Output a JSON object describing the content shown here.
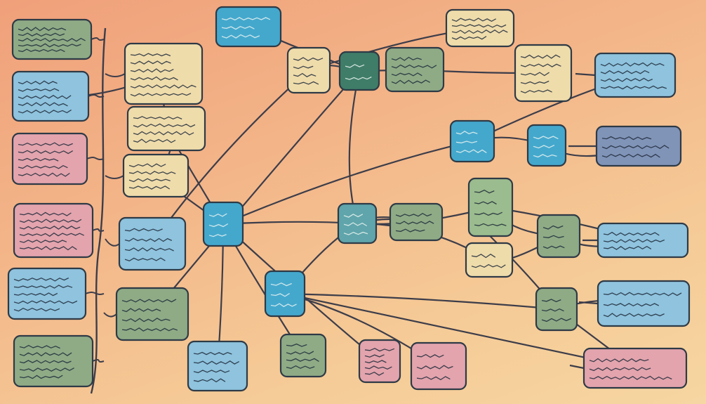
{
  "colors": {
    "background_top": "#f0a07a",
    "background_bottom": "#f6d6a2",
    "line": "#3d3d4a",
    "green_fill": "#8eab86",
    "blue_fill": "#8fc3de",
    "pink_fill": "#e3a4ad",
    "cream_fill": "#efdcab",
    "teal_fill": "#5fa5ab",
    "dark_green_fill": "#3f7d68",
    "cyan_fill": "#44a8cd",
    "sage_fill": "#9bbc8e",
    "slate_fill": "#8094b8",
    "outline": "#2e3a46",
    "scribble": "#1f2a3a"
  },
  "diagram": {
    "type": "mind-map",
    "nodes": [
      {
        "id": "n1",
        "fill": "green_fill",
        "lines": 5
      },
      {
        "id": "n2",
        "fill": "blue_fill",
        "lines": 5
      },
      {
        "id": "n3",
        "fill": "pink_fill",
        "lines": 5
      },
      {
        "id": "n4",
        "fill": "pink_fill",
        "lines": 6
      },
      {
        "id": "n5",
        "fill": "blue_fill",
        "lines": 5
      },
      {
        "id": "n6",
        "fill": "green_fill",
        "lines": 5
      },
      {
        "id": "n7",
        "fill": "cream_fill",
        "lines": 6
      },
      {
        "id": "n8",
        "fill": "cream_fill",
        "lines": 4
      },
      {
        "id": "n9",
        "fill": "cream_fill",
        "lines": 4
      },
      {
        "id": "n10",
        "fill": "blue_fill",
        "lines": 4
      },
      {
        "id": "n11",
        "fill": "green_fill",
        "lines": 4
      },
      {
        "id": "n12",
        "fill": "cyan_fill",
        "lines": 3
      },
      {
        "id": "n13",
        "fill": "cream_fill",
        "lines": 4
      },
      {
        "id": "n14",
        "fill": "dark_green_fill",
        "lines": 2
      },
      {
        "id": "n15",
        "fill": "green_fill",
        "lines": 4
      },
      {
        "id": "n16",
        "fill": "cream_fill",
        "lines": 4
      },
      {
        "id": "n17",
        "fill": "cream_fill",
        "lines": 5
      },
      {
        "id": "n18",
        "fill": "blue_fill",
        "lines": 4
      },
      {
        "id": "n19",
        "fill": "cyan_fill",
        "lines": 3
      },
      {
        "id": "n20",
        "fill": "cyan_fill",
        "lines": 3
      },
      {
        "id": "n21",
        "fill": "slate_fill",
        "lines": 3
      },
      {
        "id": "n22",
        "fill": "cyan_fill",
        "lines": 3
      },
      {
        "id": "n23",
        "fill": "teal_fill",
        "lines": 3
      },
      {
        "id": "n24",
        "fill": "green_fill",
        "lines": 3
      },
      {
        "id": "n25",
        "fill": "sage_fill",
        "lines": 4
      },
      {
        "id": "n26",
        "fill": "cream_fill",
        "lines": 2
      },
      {
        "id": "n27",
        "fill": "green_fill",
        "lines": 3
      },
      {
        "id": "n28",
        "fill": "blue_fill",
        "lines": 3
      },
      {
        "id": "n29",
        "fill": "blue_fill",
        "lines": 3
      },
      {
        "id": "n30",
        "fill": "cyan_fill",
        "lines": 3
      },
      {
        "id": "n31",
        "fill": "green_fill",
        "lines": 3
      },
      {
        "id": "n32",
        "fill": "blue_fill",
        "lines": 4
      },
      {
        "id": "n33",
        "fill": "green_fill",
        "lines": 4
      },
      {
        "id": "n34",
        "fill": "pink_fill",
        "lines": 5
      },
      {
        "id": "n35",
        "fill": "pink_fill",
        "lines": 3
      },
      {
        "id": "n36",
        "fill": "pink_fill",
        "lines": 3
      },
      {
        "id": "n37",
        "fill": "pink_fill",
        "lines": 4
      }
    ],
    "edges": [
      [
        "n12",
        "n14"
      ],
      [
        "n14",
        "n13"
      ],
      [
        "n14",
        "n15"
      ],
      [
        "n14",
        "n23"
      ],
      [
        "n23",
        "n22"
      ],
      [
        "n23",
        "n25"
      ],
      [
        "n23",
        "n26"
      ],
      [
        "n23",
        "n30"
      ],
      [
        "n22",
        "n19"
      ],
      [
        "n22",
        "n32"
      ],
      [
        "n22",
        "n33"
      ],
      [
        "n22",
        "n34"
      ],
      [
        "n13",
        "n10"
      ],
      [
        "n13",
        "n16"
      ],
      [
        "n15",
        "n17"
      ],
      [
        "n19",
        "n18"
      ],
      [
        "n20",
        "n21"
      ],
      [
        "n19",
        "n20"
      ],
      [
        "n24",
        "n23"
      ],
      [
        "n25",
        "n27"
      ],
      [
        "n25",
        "n28"
      ],
      [
        "n26",
        "n27"
      ],
      [
        "n27",
        "n28"
      ],
      [
        "n31",
        "n29"
      ],
      [
        "n31",
        "n30"
      ],
      [
        "n31",
        "n37"
      ],
      [
        "n31",
        "n36"
      ],
      [
        "n30",
        "n35"
      ],
      [
        "n30",
        "n36"
      ],
      [
        "n22",
        "n9"
      ],
      [
        "n8",
        "n9"
      ],
      [
        "n7",
        "n8"
      ],
      [
        "n7",
        "n2"
      ],
      [
        "n22",
        "n8"
      ],
      [
        "n23",
        "n24"
      ],
      [
        "n14",
        "n11"
      ]
    ]
  }
}
